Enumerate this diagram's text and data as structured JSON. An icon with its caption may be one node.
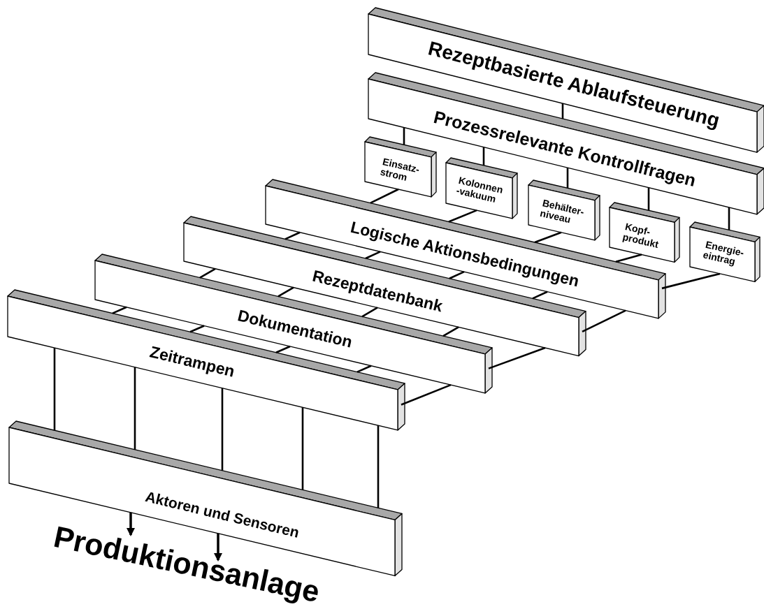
{
  "diagram": {
    "nodes": [
      {
        "text": [
          "Rezeptbasierte Ablaufsteuerung"
        ]
      },
      {
        "text": [
          "Prozessrelevante Kontrollfragen"
        ]
      },
      {
        "text": [
          "Einsatz- strom"
        ]
      },
      {
        "text": [
          "Kolonnen -vakuum"
        ]
      },
      {
        "text": [
          "Behälter- niveau"
        ]
      },
      {
        "text": [
          "Kopf- produkt"
        ]
      },
      {
        "text": [
          "Energie- eintrag"
        ]
      },
      {
        "text": [
          "Logische Aktionsbedingungen"
        ]
      },
      {
        "text": [
          "Rezeptdatenbank"
        ]
      },
      {
        "text": [
          "Dokumentation"
        ]
      },
      {
        "text": [
          "Zeitrampen"
        ]
      },
      {
        "text": [
          "Aktoren und Sensoren"
        ]
      },
      {
        "text": [
          "Produktionsanlage"
        ]
      }
    ],
    "edges": [
      {
        "from": 0,
        "to": 1,
        "arrow": "none"
      },
      {
        "from": 1,
        "to": 2,
        "arrow": "none"
      },
      {
        "from": 1,
        "to": 3,
        "arrow": "none"
      },
      {
        "from": 1,
        "to": 4,
        "arrow": "none"
      },
      {
        "from": 1,
        "to": 5,
        "arrow": "none"
      },
      {
        "from": 1,
        "to": 6,
        "arrow": "none"
      },
      {
        "from": 2,
        "to": 7,
        "arrow": "none"
      },
      {
        "from": 3,
        "to": 7,
        "arrow": "none"
      },
      {
        "from": 4,
        "to": 7,
        "arrow": "none"
      },
      {
        "from": 5,
        "to": 7,
        "arrow": "none"
      },
      {
        "from": 6,
        "to": 7,
        "arrow": "none"
      },
      {
        "from": 7,
        "to": 8,
        "arrow": "none"
      },
      {
        "from": 7,
        "to": 8,
        "arrow": "none"
      },
      {
        "from": 7,
        "to": 8,
        "arrow": "none"
      },
      {
        "from": 7,
        "to": 8,
        "arrow": "none"
      },
      {
        "from": 7,
        "to": 8,
        "arrow": "none"
      },
      {
        "from": 8,
        "to": 9,
        "arrow": "none"
      },
      {
        "from": 8,
        "to": 9,
        "arrow": "none"
      },
      {
        "from": 8,
        "to": 9,
        "arrow": "none"
      },
      {
        "from": 8,
        "to": 9,
        "arrow": "none"
      },
      {
        "from": 8,
        "to": 9,
        "arrow": "none"
      },
      {
        "from": 9,
        "to": 10,
        "arrow": "none"
      },
      {
        "from": 9,
        "to": 10,
        "arrow": "none"
      },
      {
        "from": 9,
        "to": 10,
        "arrow": "none"
      },
      {
        "from": 9,
        "to": 10,
        "arrow": "none"
      },
      {
        "from": 9,
        "to": 10,
        "arrow": "none"
      },
      {
        "from": 10,
        "to": 11,
        "arrow": "none"
      },
      {
        "from": 10,
        "to": 11,
        "arrow": "none"
      },
      {
        "from": 10,
        "to": 11,
        "arrow": "none"
      },
      {
        "from": 10,
        "to": 11,
        "arrow": "none"
      },
      {
        "from": 10,
        "to": 11,
        "arrow": "none"
      },
      {
        "from": 11,
        "to": 12,
        "arrow": "to"
      },
      {
        "from": 11,
        "to": 12,
        "arrow": "to"
      }
    ]
  }
}
